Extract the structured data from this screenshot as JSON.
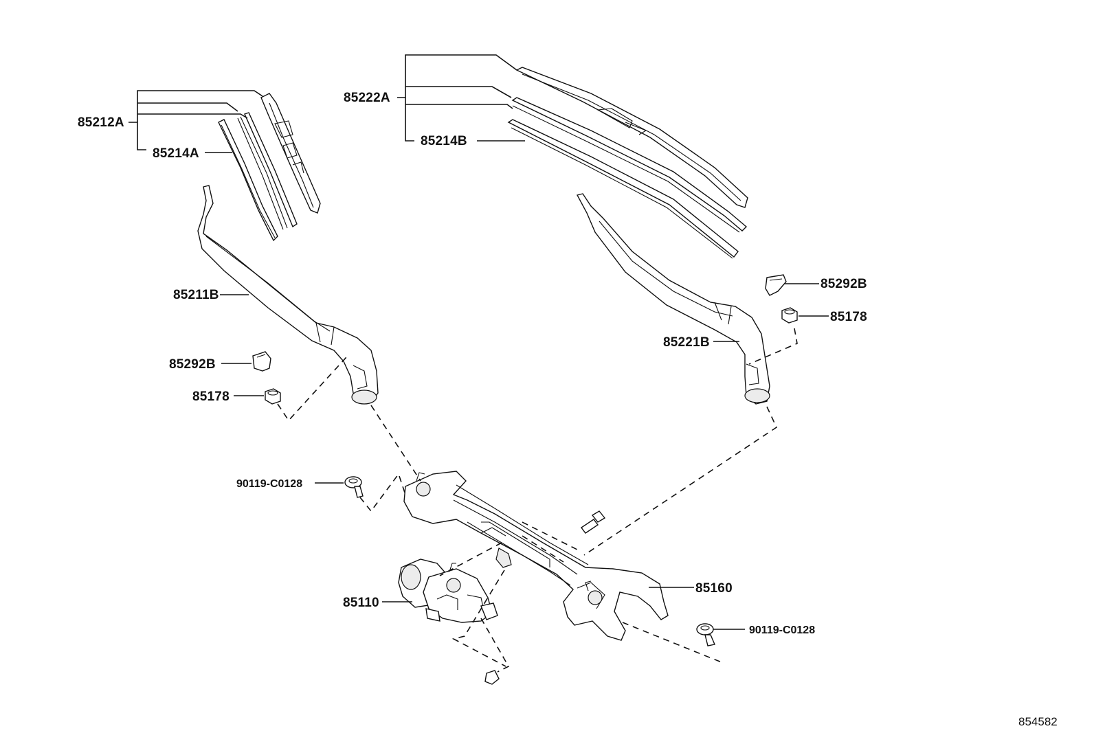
{
  "diagram": {
    "reference_number": "854582",
    "callouts": {
      "blade_left": "85212A",
      "rubber_left": "85214A",
      "blade_right": "85222A",
      "rubber_right": "85214B",
      "arm_left": "85211B",
      "arm_right": "85221B",
      "cap_left": "85292B",
      "cap_right": "85292B",
      "nut_left": "85178",
      "nut_right": "85178",
      "bolt_left": "90119-C0128",
      "bolt_right": "90119-C0128",
      "link_assembly": "85160",
      "motor": "85110"
    }
  }
}
